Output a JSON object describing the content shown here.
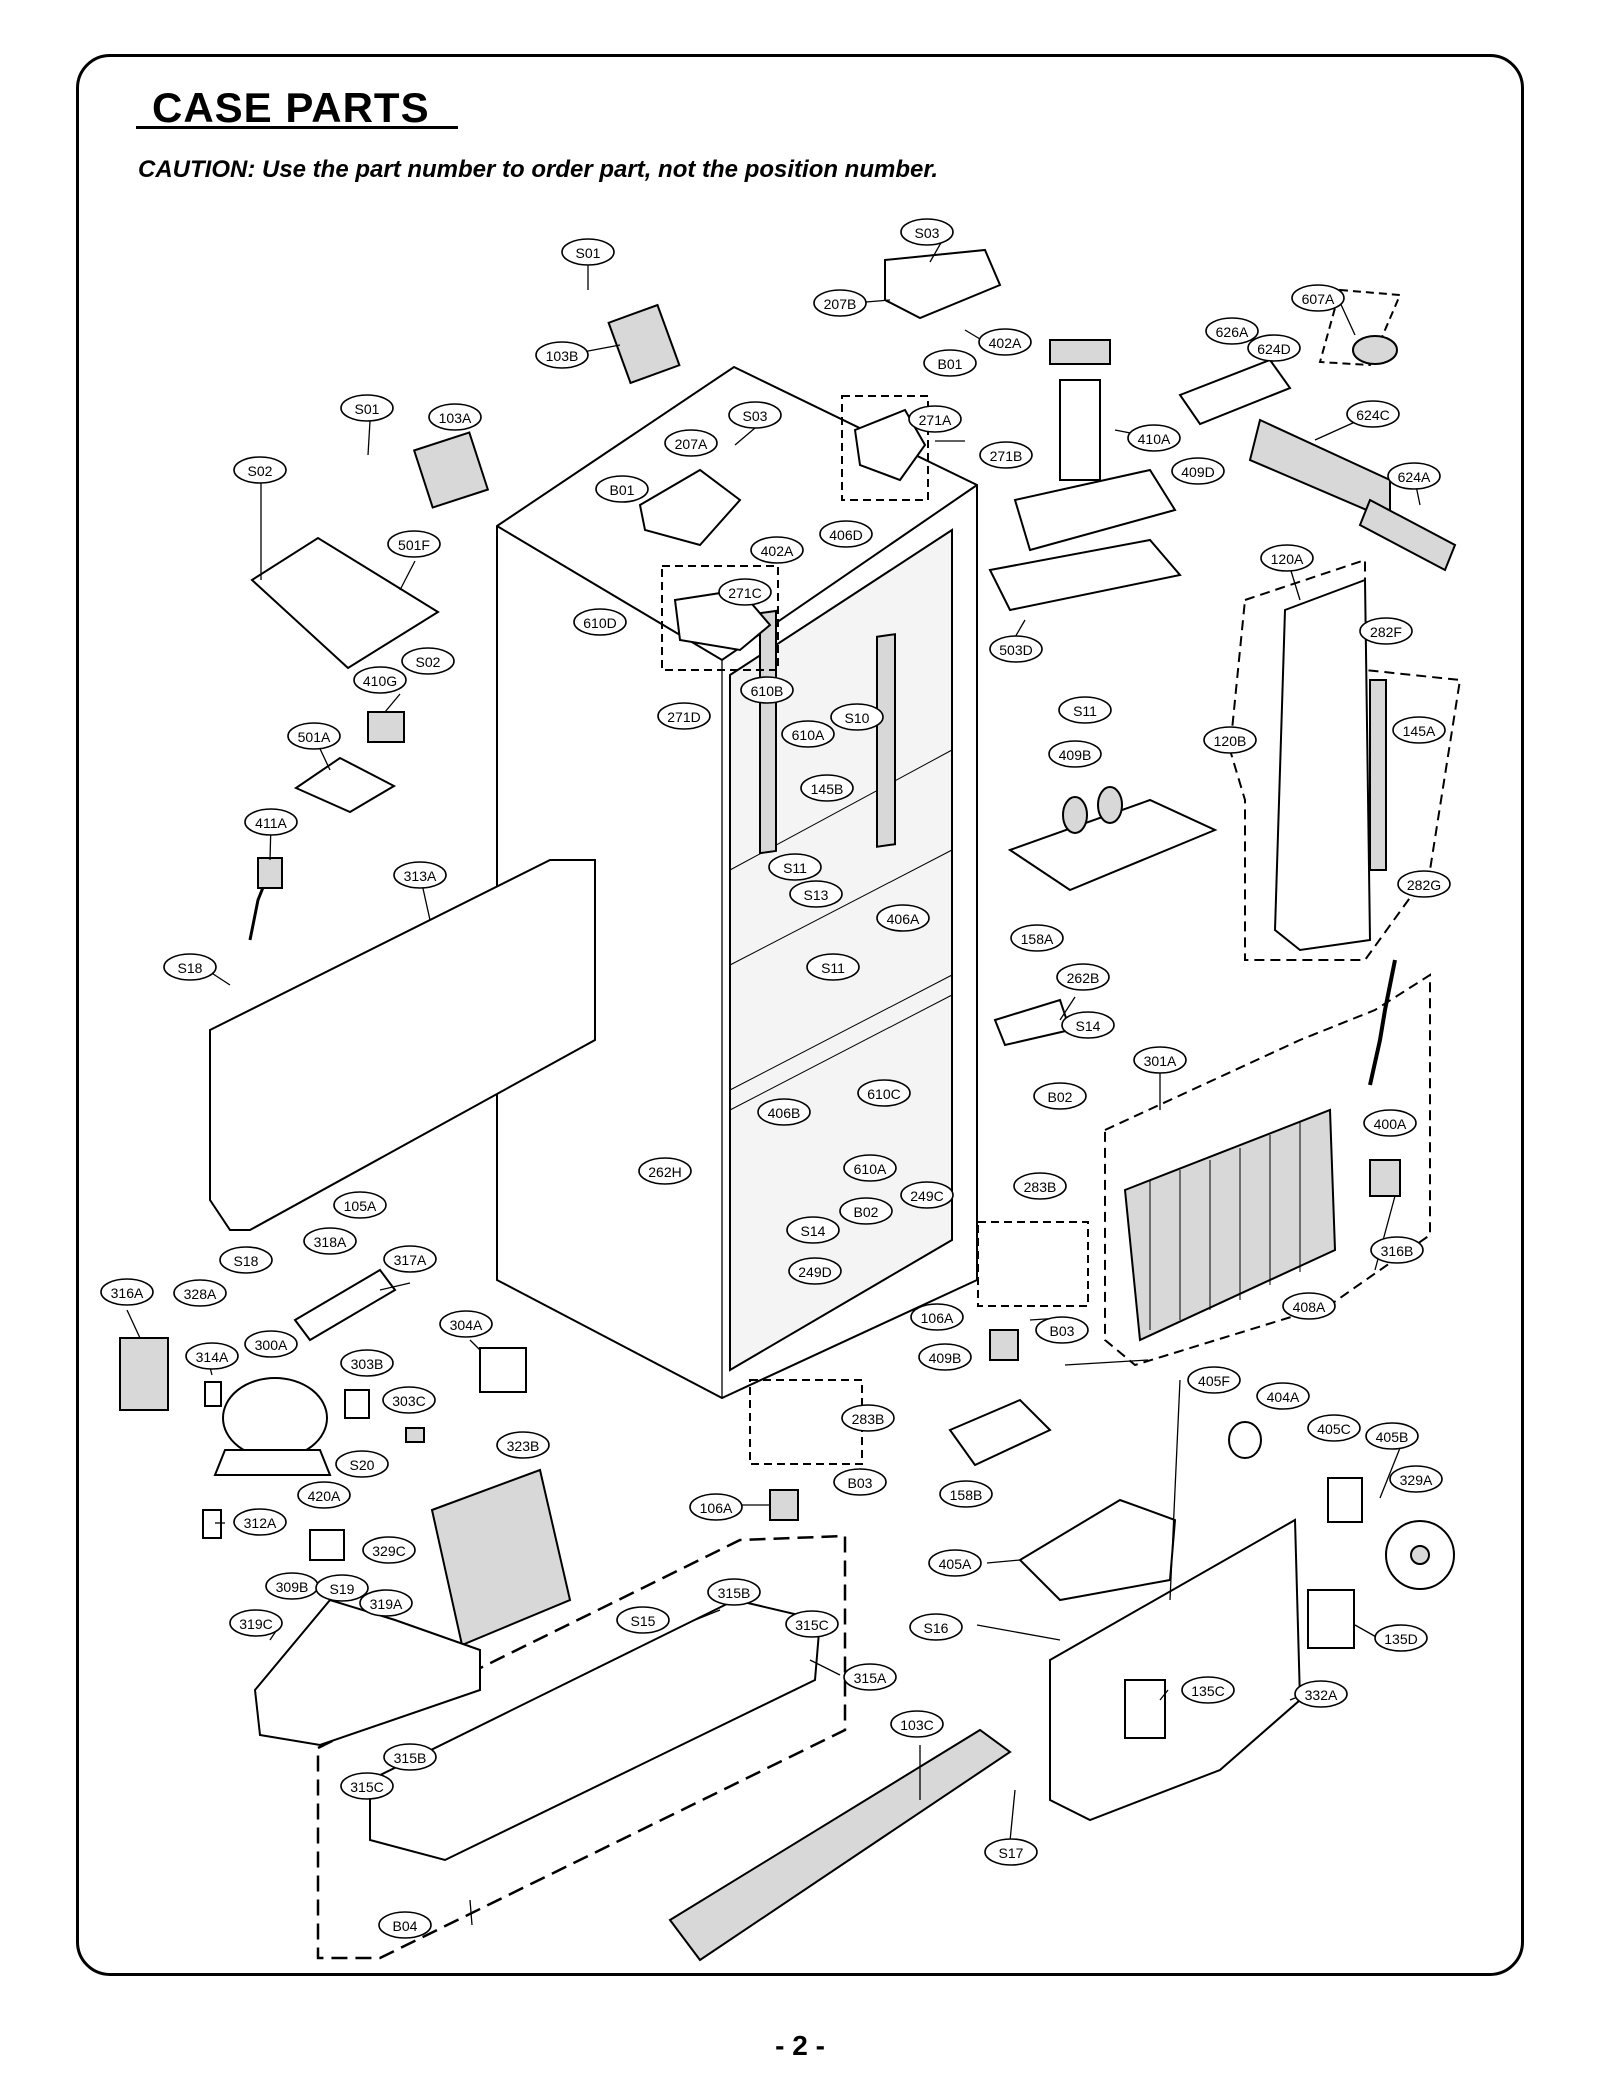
{
  "header": {
    "title": "CASE PARTS",
    "caution": "CAUTION: Use the part number to order part, not the position number."
  },
  "footer": {
    "page": "- 2 -"
  },
  "labels": [
    {
      "text": "S03"
    },
    {
      "text": "S01"
    },
    {
      "text": "207B"
    },
    {
      "text": "402A"
    },
    {
      "text": "B01"
    },
    {
      "text": "607A"
    },
    {
      "text": "626A"
    },
    {
      "text": "624D"
    },
    {
      "text": "103B"
    },
    {
      "text": "S01"
    },
    {
      "text": "103A"
    },
    {
      "text": "S03"
    },
    {
      "text": "207A"
    },
    {
      "text": "271A"
    },
    {
      "text": "271B"
    },
    {
      "text": "410A"
    },
    {
      "text": "624C"
    },
    {
      "text": "S02"
    },
    {
      "text": "B01"
    },
    {
      "text": "409D"
    },
    {
      "text": "624A"
    },
    {
      "text": "402A"
    },
    {
      "text": "406D"
    },
    {
      "text": "501F"
    },
    {
      "text": "120A"
    },
    {
      "text": "271C"
    },
    {
      "text": "610D"
    },
    {
      "text": "503D"
    },
    {
      "text": "282F"
    },
    {
      "text": "S02"
    },
    {
      "text": "410G"
    },
    {
      "text": "610B"
    },
    {
      "text": "S11"
    },
    {
      "text": "271D"
    },
    {
      "text": "S10"
    },
    {
      "text": "610A"
    },
    {
      "text": "145A"
    },
    {
      "text": "501A"
    },
    {
      "text": "120B"
    },
    {
      "text": "409B"
    },
    {
      "text": "145B"
    },
    {
      "text": "411A"
    },
    {
      "text": "313A"
    },
    {
      "text": "S11"
    },
    {
      "text": "S13"
    },
    {
      "text": "406A"
    },
    {
      "text": "282G"
    },
    {
      "text": "158A"
    },
    {
      "text": "S18"
    },
    {
      "text": "S11"
    },
    {
      "text": "262B"
    },
    {
      "text": "S14"
    },
    {
      "text": "301A"
    },
    {
      "text": "B02"
    },
    {
      "text": "406B"
    },
    {
      "text": "610C"
    },
    {
      "text": "400A"
    },
    {
      "text": "262H"
    },
    {
      "text": "610A"
    },
    {
      "text": "249C"
    },
    {
      "text": "283B"
    },
    {
      "text": "B02"
    },
    {
      "text": "105A"
    },
    {
      "text": "S14"
    },
    {
      "text": "316B"
    },
    {
      "text": "318A"
    },
    {
      "text": "S18"
    },
    {
      "text": "317A"
    },
    {
      "text": "249D"
    },
    {
      "text": "408A"
    },
    {
      "text": "316A"
    },
    {
      "text": "328A"
    },
    {
      "text": "106A"
    },
    {
      "text": "B03"
    },
    {
      "text": "304A"
    },
    {
      "text": "409B"
    },
    {
      "text": "405F"
    },
    {
      "text": "314A"
    },
    {
      "text": "300A"
    },
    {
      "text": "303B"
    },
    {
      "text": "404A"
    },
    {
      "text": "283B"
    },
    {
      "text": "303C"
    },
    {
      "text": "405C"
    },
    {
      "text": "405B"
    },
    {
      "text": "323B"
    },
    {
      "text": "S20"
    },
    {
      "text": "B03"
    },
    {
      "text": "158B"
    },
    {
      "text": "329A"
    },
    {
      "text": "420A"
    },
    {
      "text": "106A"
    },
    {
      "text": "312A"
    },
    {
      "text": "329C"
    },
    {
      "text": "405A"
    },
    {
      "text": "315B"
    },
    {
      "text": "309B"
    },
    {
      "text": "S19"
    },
    {
      "text": "319A"
    },
    {
      "text": "S15"
    },
    {
      "text": "315C"
    },
    {
      "text": "319C"
    },
    {
      "text": "S16"
    },
    {
      "text": "135D"
    },
    {
      "text": "315A"
    },
    {
      "text": "135C"
    },
    {
      "text": "103C"
    },
    {
      "text": "332A"
    },
    {
      "text": "315B"
    },
    {
      "text": "315C"
    },
    {
      "text": "S17"
    },
    {
      "text": "B04"
    }
  ]
}
